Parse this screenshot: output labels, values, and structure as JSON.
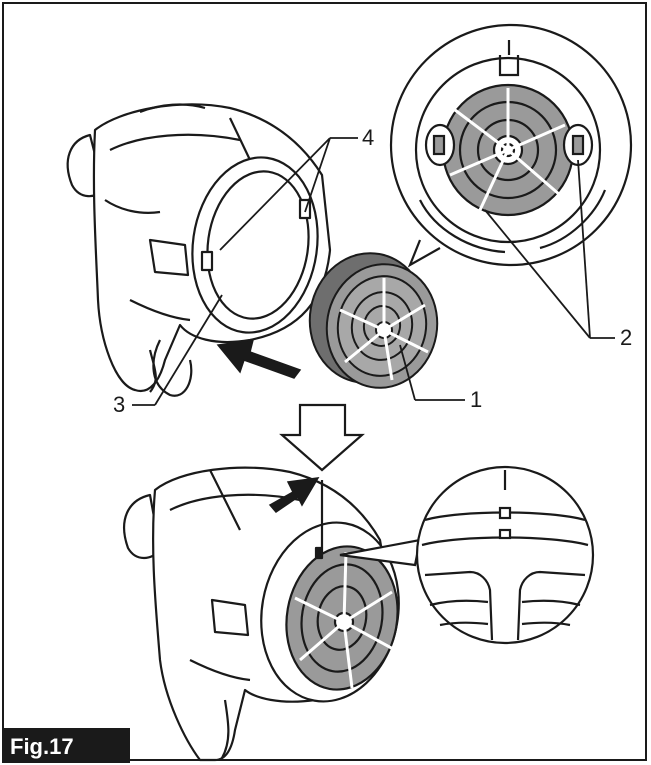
{
  "figure": {
    "label": "Fig.17"
  },
  "callouts": {
    "c1": "1",
    "c2": "2",
    "c3": "3",
    "c4": "4"
  },
  "colors": {
    "ink": "#1a1a1a",
    "filter_gray": "#9a9a9a",
    "filter_dark": "#6e6e6e"
  }
}
